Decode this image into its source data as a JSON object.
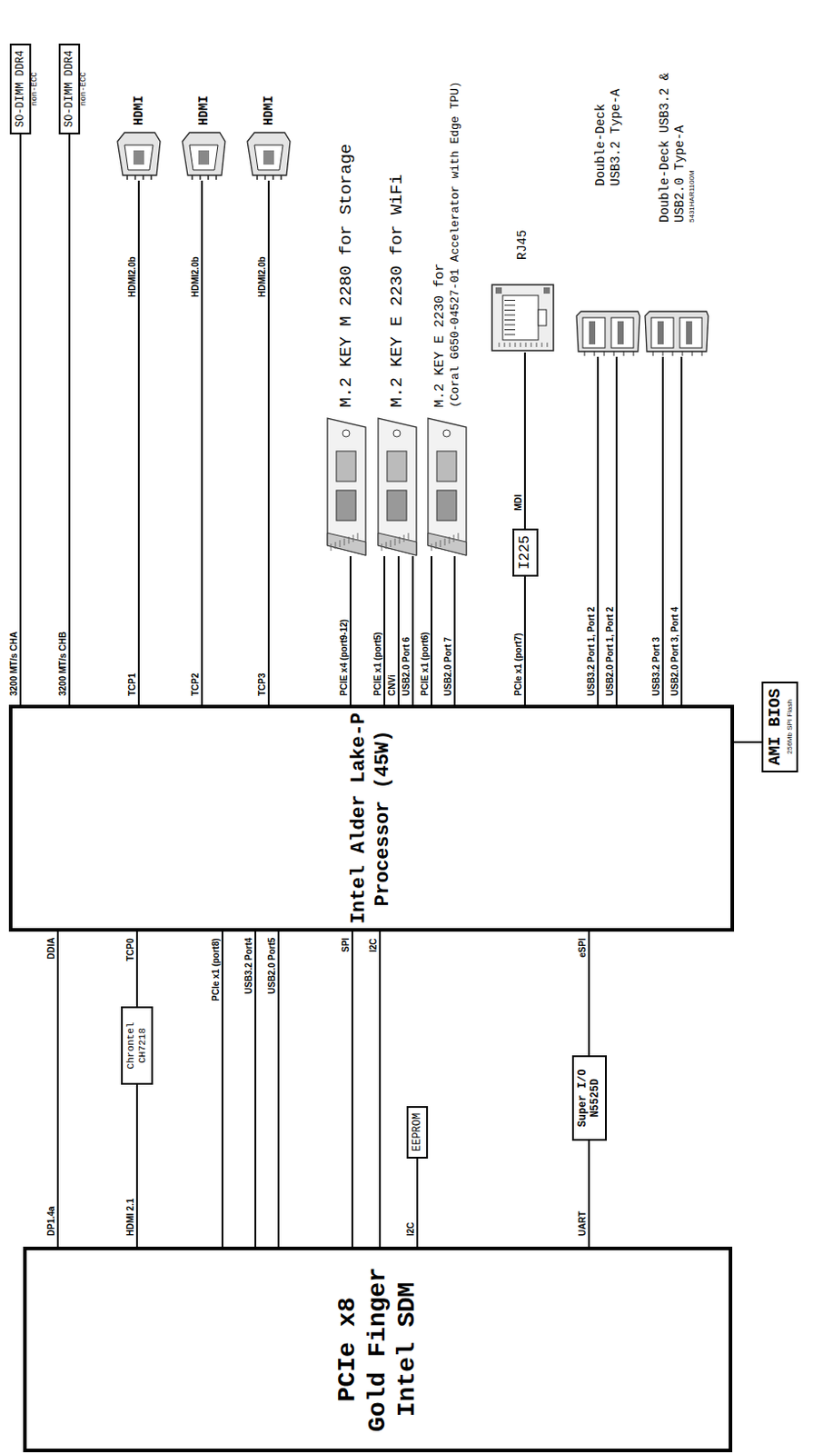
{
  "diagram": {
    "nodes": [
      {
        "text": [
          "SO-DIMM DDR4",
          "non-ECC"
        ]
      },
      {
        "text": [
          "SO-DIMM DDR4",
          "non-ECC"
        ]
      },
      {
        "text": [
          "HDMI"
        ]
      },
      {
        "text": [
          "HDMI"
        ]
      },
      {
        "text": [
          "HDMI"
        ]
      },
      {
        "text": [
          "M.2 KEY M 2280 for Storage"
        ]
      },
      {
        "text": [
          "M.2 KEY E 2230 for WiFi"
        ]
      },
      {
        "text": [
          "M.2 KEY E 2230 for",
          "(Coral G650-04527-01 Accelerator with Edge TPU)"
        ]
      },
      {
        "text": [
          "I225"
        ]
      },
      {
        "text": [
          "RJ45"
        ]
      },
      {
        "text": [
          "Double-Deck USB3.2 Type-A"
        ]
      },
      {
        "text": [
          "Double-Deck USB3.2 & USB2.0 Type-A",
          "5431HAR1100M"
        ]
      },
      {
        "text": [
          "Intel Alder Lake-P Processor (45W)"
        ]
      },
      {
        "text": [
          "AMI BIOS",
          "256Mb SPI Flash"
        ]
      },
      {
        "text": [
          "Chrontel CH7218"
        ]
      },
      {
        "text": [
          "EEPROM"
        ]
      },
      {
        "text": [
          "Super I/O N5525D"
        ]
      },
      {
        "text": [
          "PCIe x8 Gold Finger Intel SDM"
        ]
      }
    ],
    "edges": [
      {
        "from": 12,
        "to": 0,
        "arrow": "none",
        "label": "3200 MT/s CHA"
      },
      {
        "from": 12,
        "to": 1,
        "arrow": "none",
        "label": "3200 MT/s CHB"
      },
      {
        "from": 12,
        "to": 2,
        "arrow": "none",
        "label": "HDMI2.0b"
      },
      {
        "from": 12,
        "to": 3,
        "arrow": "none",
        "label": "HDMI2.0b"
      },
      {
        "from": 12,
        "to": 4,
        "arrow": "none",
        "label": "HDMI2.0b"
      },
      {
        "from": 12,
        "to": 5,
        "arrow": "none",
        "label": "PCIE x4 (port9-12)"
      },
      {
        "from": 12,
        "to": 6,
        "arrow": "none",
        "label": "PCIE x1 (port5)"
      },
      {
        "from": 12,
        "to": 6,
        "arrow": "none",
        "label": "CNVi"
      },
      {
        "from": 12,
        "to": 6,
        "arrow": "none",
        "label": "USB2.0 Port 6"
      },
      {
        "from": 12,
        "to": 7,
        "arrow": "none",
        "label": "PCIE x1 (port6)"
      },
      {
        "from": 12,
        "to": 7,
        "arrow": "none",
        "label": "USB2.0 Port 7"
      },
      {
        "from": 12,
        "to": 8,
        "arrow": "none",
        "label": "PCIe x1 (port7)"
      },
      {
        "from": 8,
        "to": 9,
        "arrow": "none",
        "label": "MDI"
      },
      {
        "from": 12,
        "to": 10,
        "arrow": "none",
        "label": "USB3.2 Port 1, Port 2"
      },
      {
        "from": 12,
        "to": 10,
        "arrow": "none",
        "label": "USB2.0 Port 1, Port 2"
      },
      {
        "from": 12,
        "to": 11,
        "arrow": "none",
        "label": "USB3.2 Port 3"
      },
      {
        "from": 12,
        "to": 11,
        "arrow": "none",
        "label": "USB2.0 Port 3, Port 4"
      },
      {
        "from": 12,
        "to": 13,
        "arrow": "none"
      },
      {
        "from": 12,
        "to": 17,
        "arrow": "none",
        "label": "DDIA"
      },
      {
        "from": 12,
        "to": 14,
        "arrow": "none",
        "label": "TCP0"
      },
      {
        "from": 14,
        "to": 17,
        "arrow": "none",
        "label": "HDMI 2.1"
      },
      {
        "from": 12,
        "to": 17,
        "arrow": "none",
        "label": "PCIe x1 (port8)"
      },
      {
        "from": 12,
        "to": 17,
        "arrow": "none",
        "label": "USB3.2 Port4"
      },
      {
        "from": 12,
        "to": 17,
        "arrow": "none",
        "label": "USB2.0 Port5"
      },
      {
        "from": 12,
        "to": 17,
        "arrow": "none",
        "label": "SPI"
      },
      {
        "from": 12,
        "to": 17,
        "arrow": "none",
        "label": "I2C"
      },
      {
        "from": 15,
        "to": 17,
        "arrow": "none",
        "label": "I2C"
      },
      {
        "from": 12,
        "to": 16,
        "arrow": "none",
        "label": "eSPI"
      },
      {
        "from": 16,
        "to": 17,
        "arrow": "none",
        "label": "UART"
      }
    ],
    "labels": [
      "TCP1",
      "TCP2",
      "TCP3",
      "DP1.4a"
    ]
  }
}
